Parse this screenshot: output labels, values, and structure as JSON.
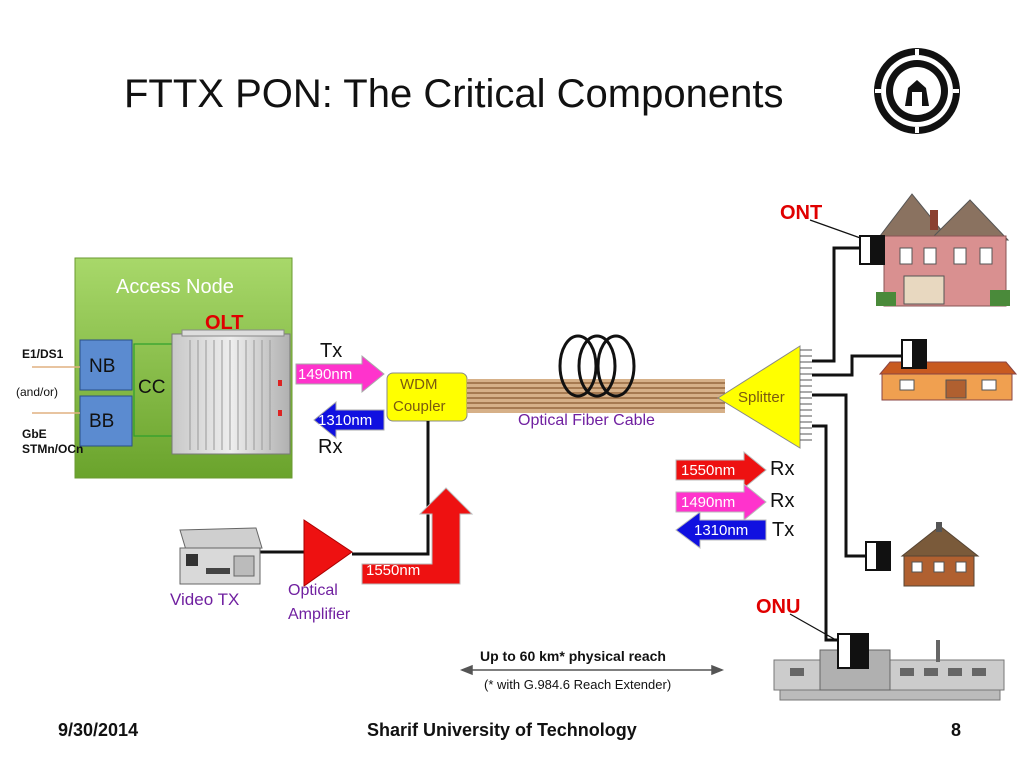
{
  "slide": {
    "title": "FTTX PON: The Critical Components",
    "footer": {
      "date": "9/30/2014",
      "organization": "Sharif University of Technology",
      "page": "8"
    }
  },
  "logo": {
    "icon": "university-seal-icon"
  },
  "diagram": {
    "access_node": {
      "title": "Access Node",
      "olt": "OLT",
      "nb": "NB",
      "bb": "BB",
      "cc": "CC"
    },
    "interfaces": {
      "e1ds1": "E1/DS1",
      "andor": "(and/or)",
      "gbe": "GbE",
      "stmn": "STMn/OCn"
    },
    "olt_side": {
      "tx": "Tx",
      "rx": "Rx",
      "wavelength_1490": "1490nm",
      "wavelength_1310": "1310nm"
    },
    "wdm_coupler": {
      "line1": "WDM",
      "line2": "Coupler"
    },
    "fiber": {
      "label": "Optical Fiber Cable"
    },
    "splitter": {
      "label": "Splitter"
    },
    "video": {
      "video_tx": "Video TX",
      "amplifier_line1": "Optical",
      "amplifier_line2": "Amplifier",
      "wavelength_1550": "1550nm"
    },
    "subscriber_side": {
      "w1550": "1550nm",
      "w1550_dir": "Rx",
      "w1490": "1490nm",
      "w1490_dir": "Rx",
      "w1310": "1310nm",
      "w1310_dir": "Tx"
    },
    "ont": "ONT",
    "onu": "ONU",
    "reach": {
      "main": "Up to 60 km* physical reach",
      "note": "(* with G.984.6 Reach Extender)"
    }
  },
  "colors": {
    "access_node_green": "#8cc63f",
    "nb_bb_blue": "#5b8bd0",
    "olt_red": "#e00000",
    "magenta": "#ff33cc",
    "blue_arrow": "#1010e0",
    "red_arrow": "#ee1111",
    "coupler_yellow": "#ffff00",
    "fiber_brown": "#c8a27a",
    "purple_text": "#7020a0"
  }
}
